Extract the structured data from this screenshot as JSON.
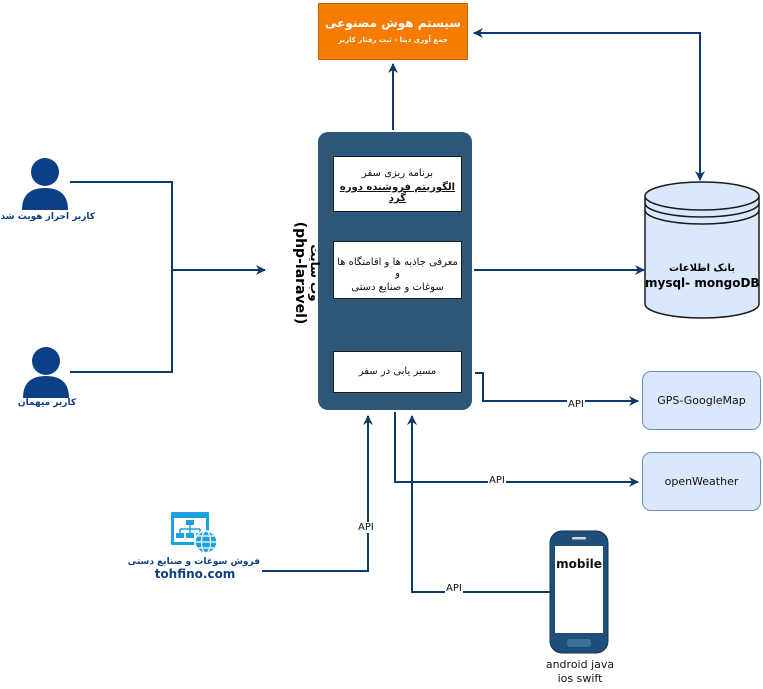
{
  "ai_system": {
    "title": "سیستم هوش مصنوعی",
    "subtitle": "جمع آوری دیتا - ثبت رفتار کاربر"
  },
  "website": {
    "label_line1": "وب سایت",
    "label_line2": "(php-laravel)",
    "modules": [
      {
        "line1": "برنامه ریزی سفر",
        "line2": "الگوریتم فروشنده دوره گرد"
      },
      {
        "line1": "معرفی جاذبه ها و اقامتگاه ها و",
        "line2": "سوغات و صنایع دستی"
      },
      {
        "line1": "مسیر یابی در سفر"
      }
    ]
  },
  "database": {
    "line1": "بانک اطلاعات",
    "line2": "mysql- mongoDB"
  },
  "users": {
    "verified": "کاربر احراز هویت شده",
    "guest": "کاربر میهمان"
  },
  "services": {
    "gps": "GPS-GoogleMap",
    "weather": "openWeather"
  },
  "shop": {
    "line1": "فروش سوغات و صنایع دستی",
    "line2": "tohfino.com"
  },
  "mobile": {
    "label": "mobile",
    "platform1": "android java",
    "platform2": "ios swift"
  },
  "api_labels": {
    "gps": "API",
    "weather": "API",
    "shop": "API",
    "mobile": "API"
  },
  "colors": {
    "navy": "#0e3a6b",
    "website": "#2c5779",
    "ai_orange": "#f57c00",
    "service_fill": "#dae8fc",
    "service_stroke": "#6c8ebf",
    "user": "#0c3f86",
    "mobile_body": "#1f4e79",
    "shop_icon": "#1ba1e2"
  }
}
